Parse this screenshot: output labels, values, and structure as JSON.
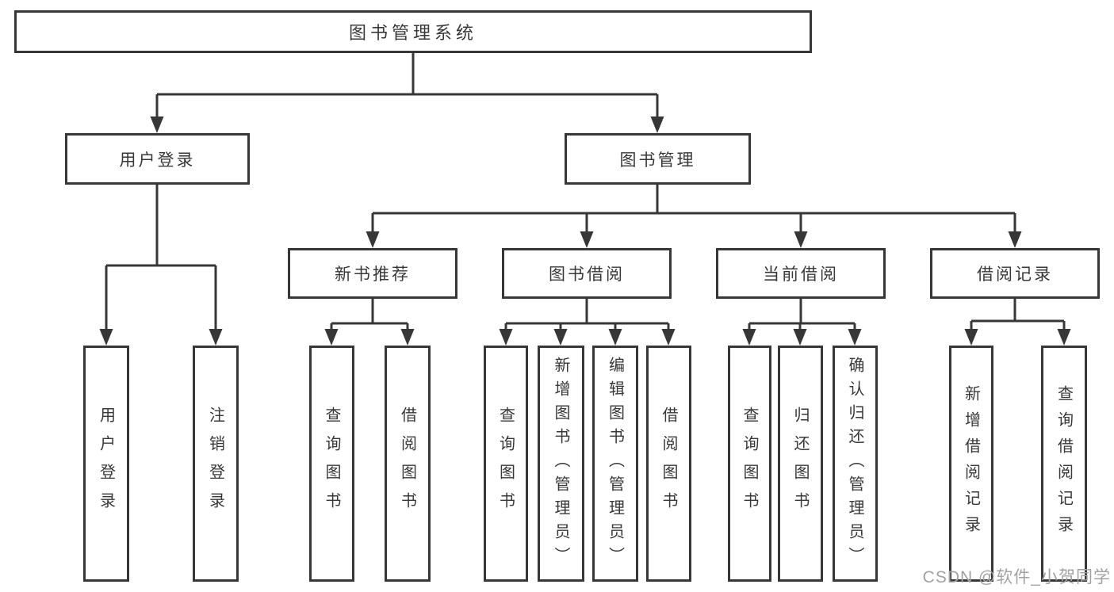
{
  "diagram": {
    "type": "tree",
    "hierarchy": {
      "图书管理系统": {
        "用户登录": [
          "用户登录",
          "注销登录"
        ],
        "图书管理": {
          "新书推荐": [
            "查询图书",
            "借阅图书"
          ],
          "图书借阅": [
            "查询图书",
            "新增图书（管理员）",
            "编辑图书（管理员）",
            "借阅图书"
          ],
          "当前借阅": [
            "查询图书",
            "归还图书",
            "确认归还（管理员）"
          ],
          "借阅记录": [
            "新增借阅记录",
            "查询借阅记录"
          ]
        }
      }
    }
  },
  "nodes": {
    "root": {
      "label": "图书管理系统"
    },
    "user_login": {
      "label": "用户登录"
    },
    "book_management": {
      "label": "图书管理"
    },
    "leaf_user_login": {
      "label": "用户登录"
    },
    "leaf_logout": {
      "label": "注销登录"
    },
    "new_book_recommend": {
      "label": "新书推荐"
    },
    "book_borrow": {
      "label": "图书借阅"
    },
    "current_borrow": {
      "label": "当前借阅"
    },
    "borrow_record": {
      "label": "借阅记录"
    },
    "leaf_query_book_1": {
      "label": "查询图书"
    },
    "leaf_borrow_book_1": {
      "label": "借阅图书"
    },
    "leaf_query_book_2": {
      "label": "查询图书"
    },
    "leaf_add_book_admin": {
      "label": "新增图书（管理员）"
    },
    "leaf_edit_book_admin": {
      "label": "编辑图书（管理员）"
    },
    "leaf_borrow_book_2": {
      "label": "借阅图书"
    },
    "leaf_query_book_3": {
      "label": "查询图书"
    },
    "leaf_return_book": {
      "label": "归还图书"
    },
    "leaf_confirm_return_admin": {
      "label": "确认归还（管理员）"
    },
    "leaf_add_borrow_record": {
      "label": "新增借阅记录"
    },
    "leaf_query_borrow_record": {
      "label": "查询借阅记录"
    }
  },
  "watermark": {
    "text": "CSDN @软件_小贺同学"
  },
  "colors": {
    "line": "#373737",
    "box_border": "#373737",
    "text": "#383838",
    "watermark": "#a2a2a2",
    "background": "#ffffff"
  }
}
